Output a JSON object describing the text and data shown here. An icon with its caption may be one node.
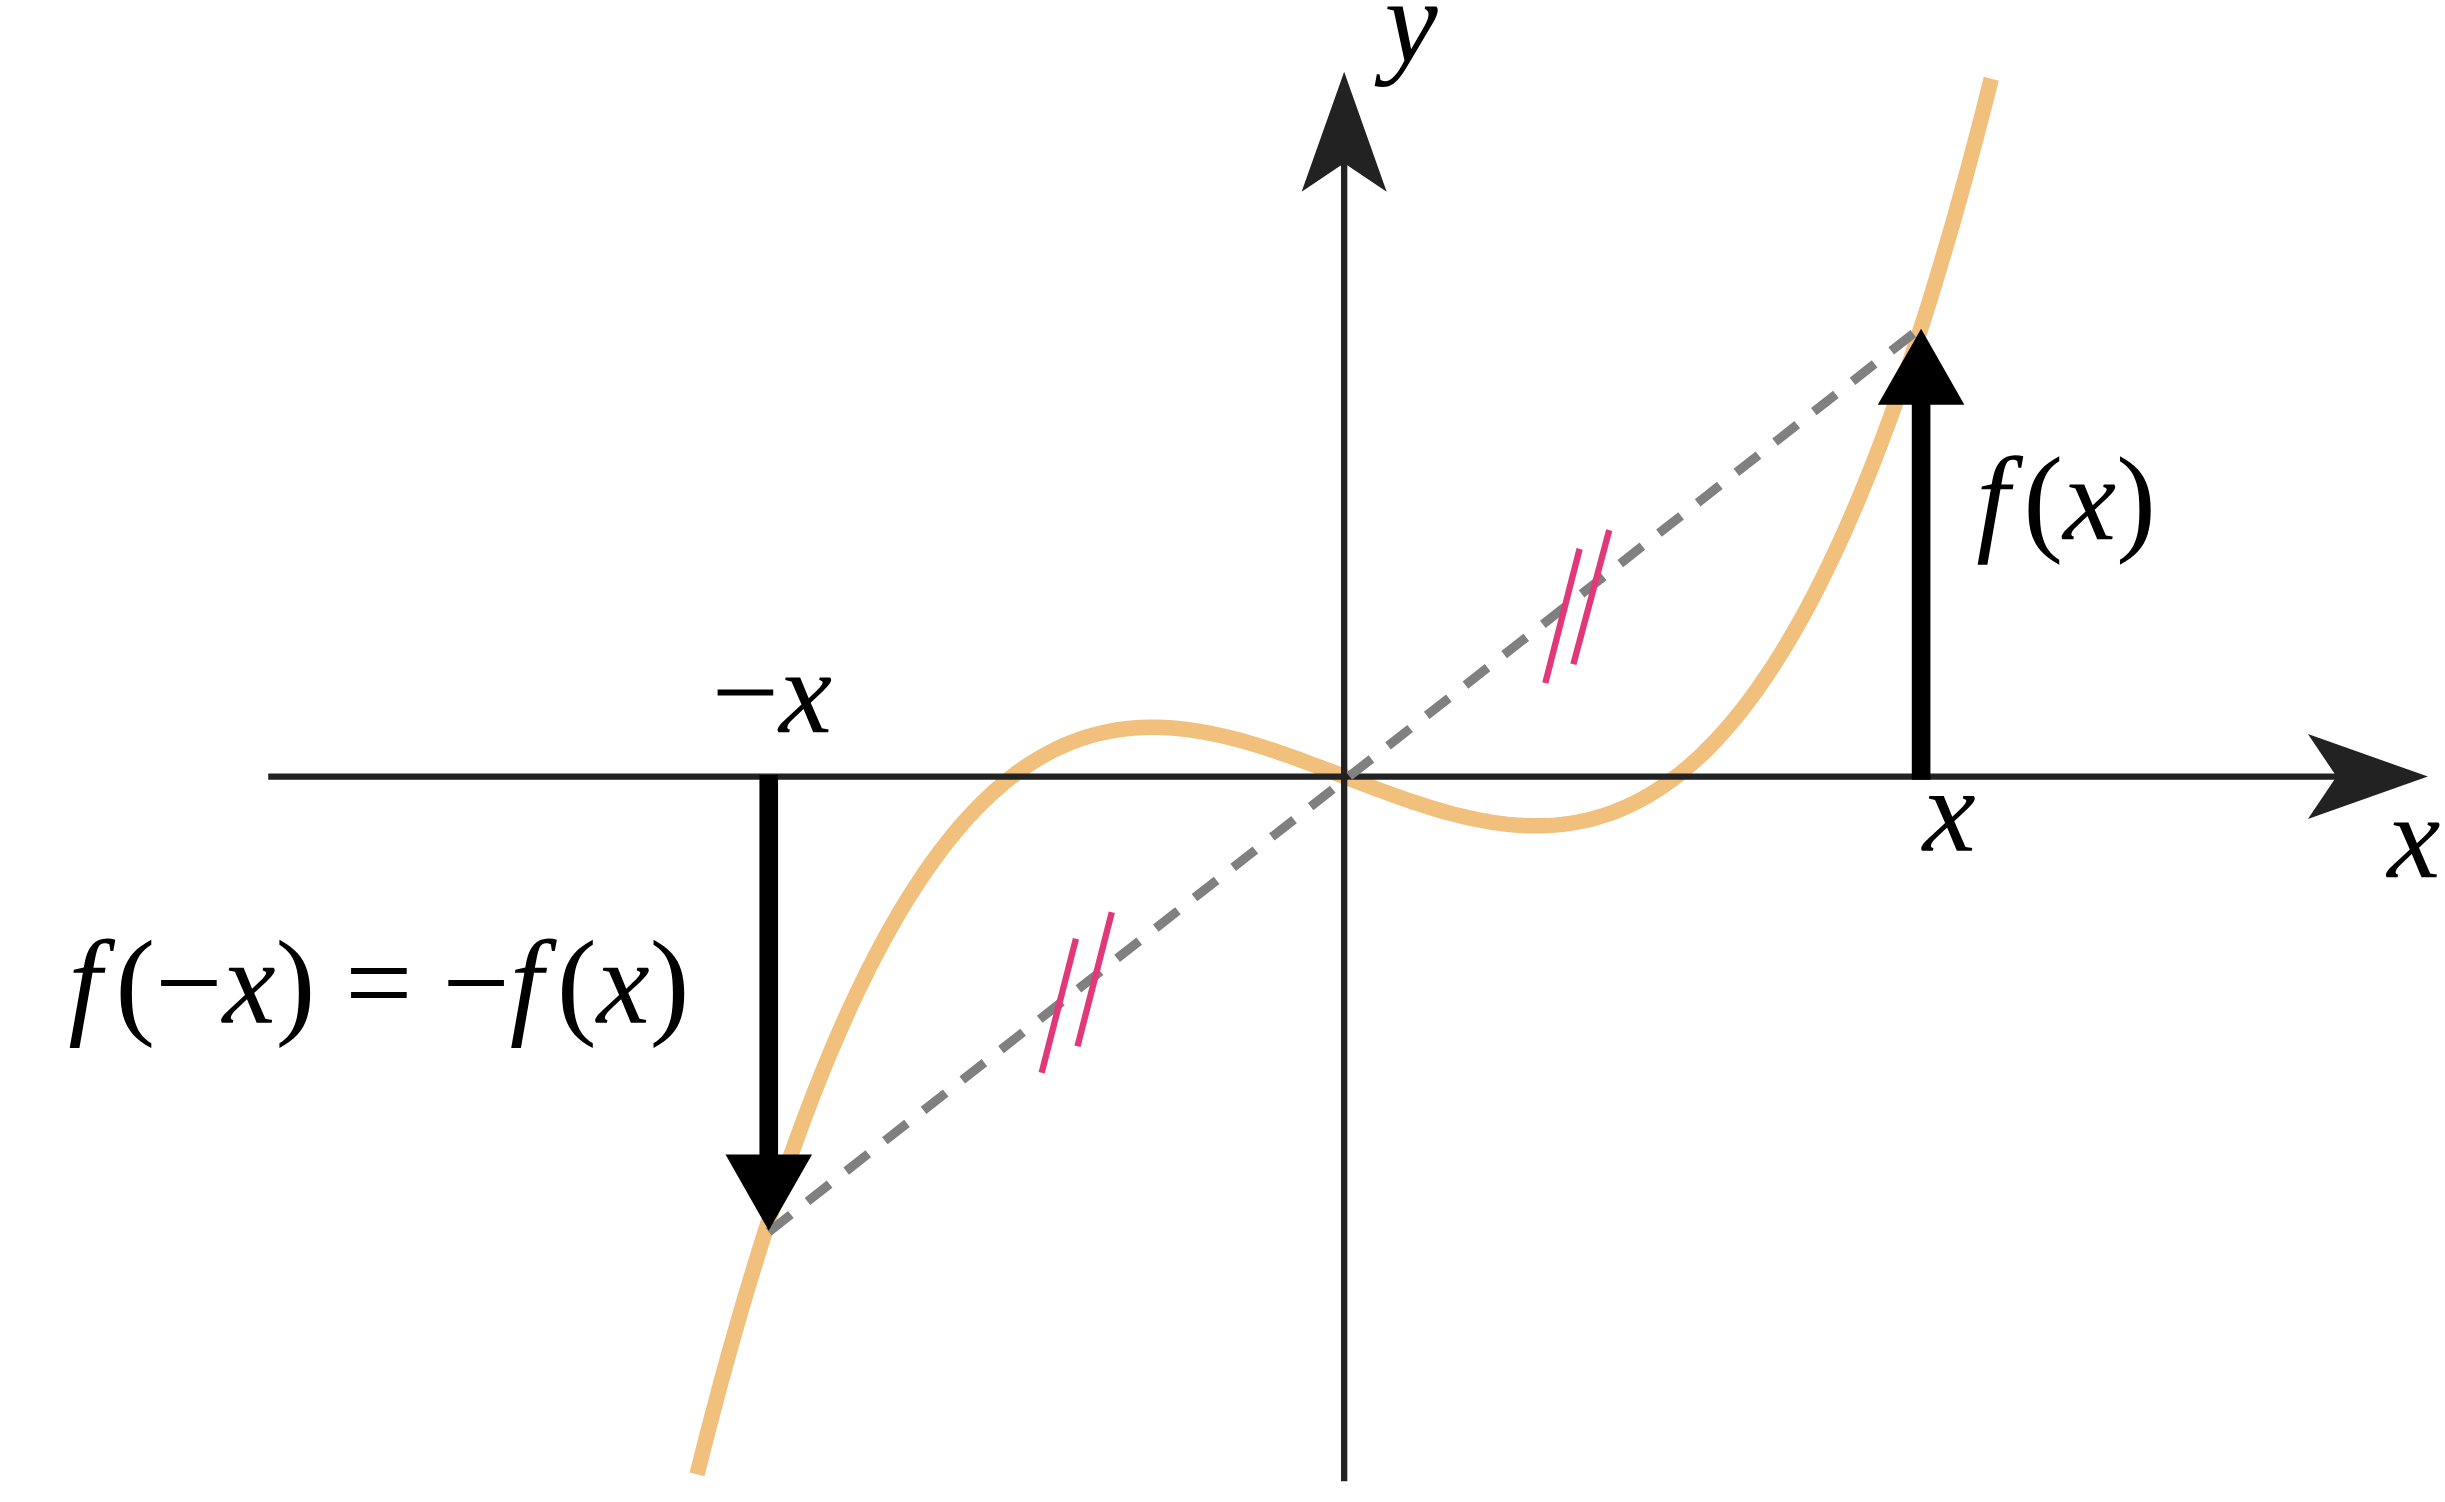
{
  "diagram": {
    "labels": [
      "*y*",
      "*f*(*x*)",
      "−*x*",
      "*x*",
      "*x*",
      "*f*(−*x*) = −*f*(*x*)"
    ]
  }
}
